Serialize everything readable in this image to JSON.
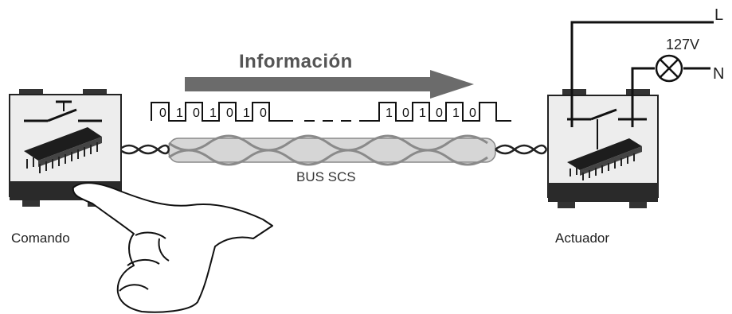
{
  "diagram": {
    "title": "Información",
    "bus_label": "BUS SCS",
    "left_device_label": "Comando",
    "right_device_label": "Actuador",
    "line_label": "L",
    "voltage_label": "127V",
    "neutral_label": "N",
    "signal_bits_left": [
      "0",
      "1",
      "0",
      "1",
      "0",
      "1",
      "0"
    ],
    "signal_bits_right": [
      "1",
      "0",
      "1",
      "0",
      "1",
      "0"
    ],
    "signal_gap": "_ _ _ _"
  },
  "colors": {
    "arrow": "#6b6b6b",
    "device_body": "#ededed",
    "device_base": "#2a2a2a",
    "cable_sheath": "#cfcfcf"
  }
}
